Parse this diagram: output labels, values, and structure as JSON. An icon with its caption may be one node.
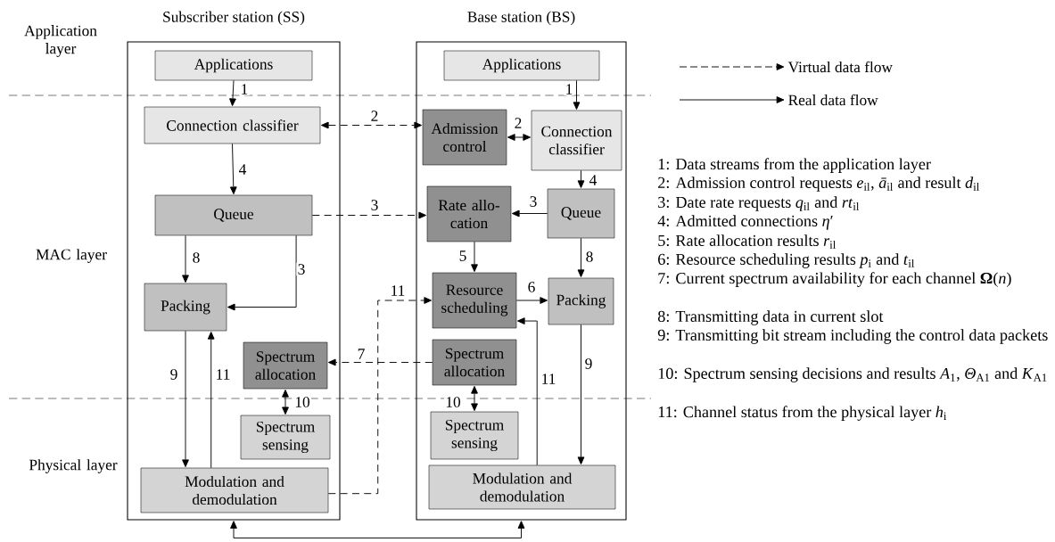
{
  "diagram": {
    "nodes": [
      {
        "text": [
          "Subscriber station (SS)"
        ]
      },
      {
        "text": [
          "Base station (BS)"
        ]
      },
      {
        "text": [
          "Applications"
        ],
        "in": 0
      },
      {
        "text": [
          "Connection classifier"
        ],
        "in": 0
      },
      {
        "text": [
          "Queue"
        ],
        "in": 0
      },
      {
        "text": [
          "Packing"
        ],
        "in": 0
      },
      {
        "text": [
          "Spectrum allocation"
        ],
        "in": 0
      },
      {
        "text": [
          "Spectrum sensing"
        ],
        "in": 0
      },
      {
        "text": [
          "Modulation and demodulation"
        ],
        "in": 0
      },
      {
        "text": [
          "Applications"
        ],
        "in": 1
      },
      {
        "text": [
          "Admission control"
        ],
        "in": 1
      },
      {
        "text": [
          "Connection classifier"
        ],
        "in": 1
      },
      {
        "text": [
          "Rate allo- cation"
        ],
        "in": 1
      },
      {
        "text": [
          "Queue"
        ],
        "in": 1
      },
      {
        "text": [
          "Resource scheduling"
        ],
        "in": 1
      },
      {
        "text": [
          "Packing"
        ],
        "in": 1
      },
      {
        "text": [
          "Spectrum allocation"
        ],
        "in": 1
      },
      {
        "text": [
          "Spectrum sensing"
        ],
        "in": 1
      },
      {
        "text": [
          "Modulation and demodulation"
        ],
        "in": 1
      }
    ],
    "edges": [
      {
        "from": 2,
        "to": 3,
        "arrow": "to",
        "label": "1"
      },
      {
        "from": 3,
        "to": 4,
        "arrow": "to",
        "label": "4"
      },
      {
        "from": 4,
        "to": 5,
        "arrow": "to",
        "label": "8"
      },
      {
        "from": 4,
        "to": 5,
        "arrow": "to",
        "label": "3"
      },
      {
        "from": 5,
        "to": 8,
        "arrow": "to",
        "label": "9"
      },
      {
        "from": 8,
        "to": 5,
        "arrow": "to",
        "label": "11"
      },
      {
        "from": 6,
        "to": 7,
        "arrow": "both",
        "label": "10"
      },
      {
        "from": 3,
        "to": 10,
        "arrow": "both",
        "label": "2",
        "style": "dashed"
      },
      {
        "from": 10,
        "to": 11,
        "arrow": "both",
        "label": "2"
      },
      {
        "from": 4,
        "to": 12,
        "arrow": "to",
        "label": "3",
        "style": "dashed"
      },
      {
        "from": 13,
        "to": 12,
        "arrow": "to",
        "label": "3"
      },
      {
        "from": 9,
        "to": 11,
        "arrow": "to",
        "label": "1"
      },
      {
        "from": 11,
        "to": 13,
        "arrow": "to",
        "label": "4"
      },
      {
        "from": 12,
        "to": 14,
        "arrow": "to",
        "label": "5"
      },
      {
        "from": 14,
        "to": 15,
        "arrow": "to",
        "label": "6"
      },
      {
        "from": 13,
        "to": 15,
        "arrow": "to",
        "label": "8"
      },
      {
        "from": 15,
        "to": 18,
        "arrow": "to",
        "label": "9"
      },
      {
        "from": 18,
        "to": 14,
        "arrow": "to",
        "label": "11"
      },
      {
        "from": 8,
        "to": 14,
        "arrow": "to",
        "label": "11",
        "style": "dashed"
      },
      {
        "from": 16,
        "to": 6,
        "arrow": "to",
        "label": "7",
        "style": "dashed"
      },
      {
        "from": 16,
        "to": 17,
        "arrow": "both",
        "label": "10"
      },
      {
        "from": 0,
        "to": 1,
        "arrow": "both"
      }
    ],
    "labels": [
      "Application layer",
      "MAC layer",
      "Physical layer",
      "1: Data streams from the application layer",
      "2: Admission control requests *e*$_{il}$, *ā*$_{il}$ and result *d*$_{il}$",
      "3: Date rate requests *q*$_{il}$ and *rt*$_{il}$",
      "4: Admitted connections *η*′",
      "5: Rate allocation results *r*$_{il}$",
      "6: Resource scheduling results *p*$_{i}$ and *t*$_{il}$",
      "7: Current spectrum availability for each channel **Ω**(*n*)",
      "8: Transmitting data in current slot",
      "9: Transmitting bit stream including the control data packets",
      "10: Spectrum sensing decisions and results *A*$_{1}$, *Θ*$_{A1}$ and *K*$_{A1}$",
      "11: Channel status from the physical layer *h*$_{i}$"
    ],
    "legend": [
      {
        "text": "Virtual data flow"
      },
      {
        "text": "Real data flow"
      }
    ]
  }
}
